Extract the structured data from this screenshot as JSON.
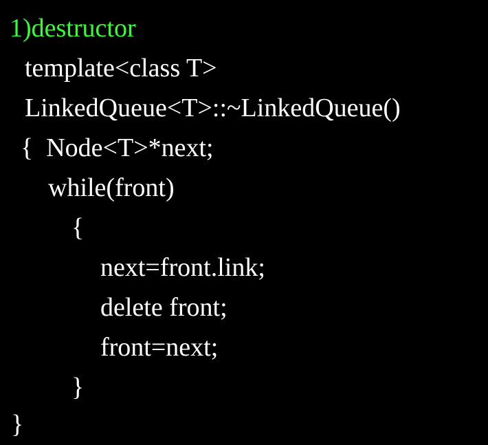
{
  "heading": "1)destructor",
  "code_lines": [
    "template<class T>",
    "LinkedQueue<T>::~LinkedQueue()",
    "{  Node<T>*next;",
    "while(front)",
    "{",
    "next=front.link;",
    "delete front;",
    "front=next;",
    "}",
    "}"
  ],
  "colors": {
    "background": "#000000",
    "heading": "#33ff33",
    "code": "#ffffff"
  }
}
